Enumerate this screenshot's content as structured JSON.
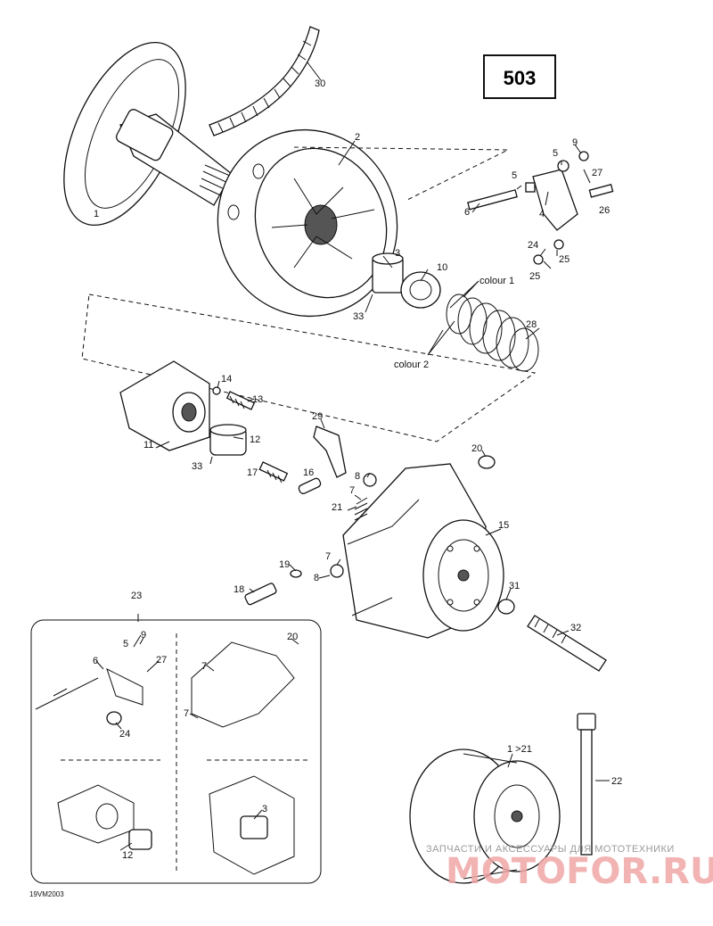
{
  "diagram": {
    "page_number": "503",
    "drawing_code": "19VM2003",
    "notes": [
      "colour 1",
      "colour 2"
    ],
    "parts": [
      {
        "key": "p1",
        "label": "1"
      },
      {
        "key": "p2",
        "label": "2"
      },
      {
        "key": "p3",
        "label": "3"
      },
      {
        "key": "p4",
        "label": "4"
      },
      {
        "key": "p5a",
        "label": "5"
      },
      {
        "key": "p5b",
        "label": "5"
      },
      {
        "key": "p6",
        "label": "6"
      },
      {
        "key": "p7a",
        "label": "7"
      },
      {
        "key": "p7b",
        "label": "7"
      },
      {
        "key": "p8a",
        "label": "8"
      },
      {
        "key": "p8b",
        "label": "8"
      },
      {
        "key": "p9",
        "label": "9"
      },
      {
        "key": "p10",
        "label": "10"
      },
      {
        "key": "p11",
        "label": "11"
      },
      {
        "key": "p12",
        "label": "12"
      },
      {
        "key": "p13",
        "label": "13"
      },
      {
        "key": "p14",
        "label": "14"
      },
      {
        "key": "p15",
        "label": "15"
      },
      {
        "key": "p16",
        "label": "16"
      },
      {
        "key": "p17",
        "label": "17"
      },
      {
        "key": "p18",
        "label": "18"
      },
      {
        "key": "p19",
        "label": "19"
      },
      {
        "key": "p20",
        "label": "20"
      },
      {
        "key": "p21",
        "label": "21"
      },
      {
        "key": "p22",
        "label": "22"
      },
      {
        "key": "p23",
        "label": "23"
      },
      {
        "key": "p24",
        "label": "24"
      },
      {
        "key": "p25",
        "label": "25"
      },
      {
        "key": "p26",
        "label": "26"
      },
      {
        "key": "p27",
        "label": "27"
      },
      {
        "key": "p28",
        "label": "28"
      },
      {
        "key": "p29",
        "label": "29"
      },
      {
        "key": "p30",
        "label": "30"
      },
      {
        "key": "p31",
        "label": "31"
      },
      {
        "key": "p32",
        "label": "32"
      },
      {
        "key": "p33a",
        "label": "33"
      },
      {
        "key": "p33b",
        "label": "33"
      },
      {
        "key": "p1x21",
        "label": "1 >21"
      }
    ],
    "inset_labels": {
      "i5": "5",
      "i9": "9",
      "i6": "6",
      "i27": "27",
      "i24": "24",
      "i20": "20",
      "i7a": "7",
      "i7b": "7",
      "i3": "3",
      "i12": "12"
    }
  },
  "watermark": {
    "tagline": "ЗАПЧАСТИ И АКСЕССУАРЫ ДЛЯ МОТОТЕХНИКИ",
    "brand": "MOTOFOR.RU",
    "color": "#f0a6a6"
  }
}
